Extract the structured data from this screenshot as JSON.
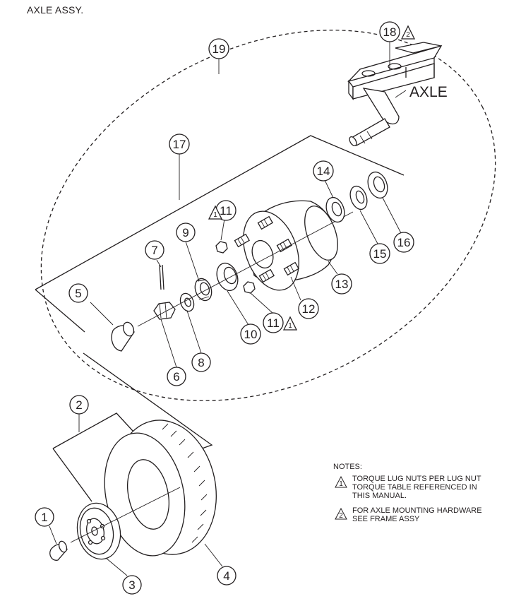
{
  "title": "AXLE ASSY.",
  "axle_label": "AXLE",
  "callouts": [
    "1",
    "2",
    "3",
    "4",
    "6",
    "7",
    "8",
    "9",
    "10",
    "11",
    "12",
    "13",
    "14",
    "15",
    "16",
    "17",
    "18",
    "19",
    "5"
  ],
  "warning_marks": [
    "1",
    "2"
  ],
  "notes": {
    "heading": "NOTES:",
    "items": [
      {
        "mark": "1",
        "line1": "TORQUE LUG NUTS PER LUG NUT",
        "line2": "TORQUE TABLE REFERENCED IN",
        "line3": "THIS MANUAL."
      },
      {
        "mark": "2",
        "line1": "FOR AXLE MOUNTING HARDWARE",
        "line2": "SEE FRAME ASSY",
        "line3": ""
      }
    ]
  }
}
